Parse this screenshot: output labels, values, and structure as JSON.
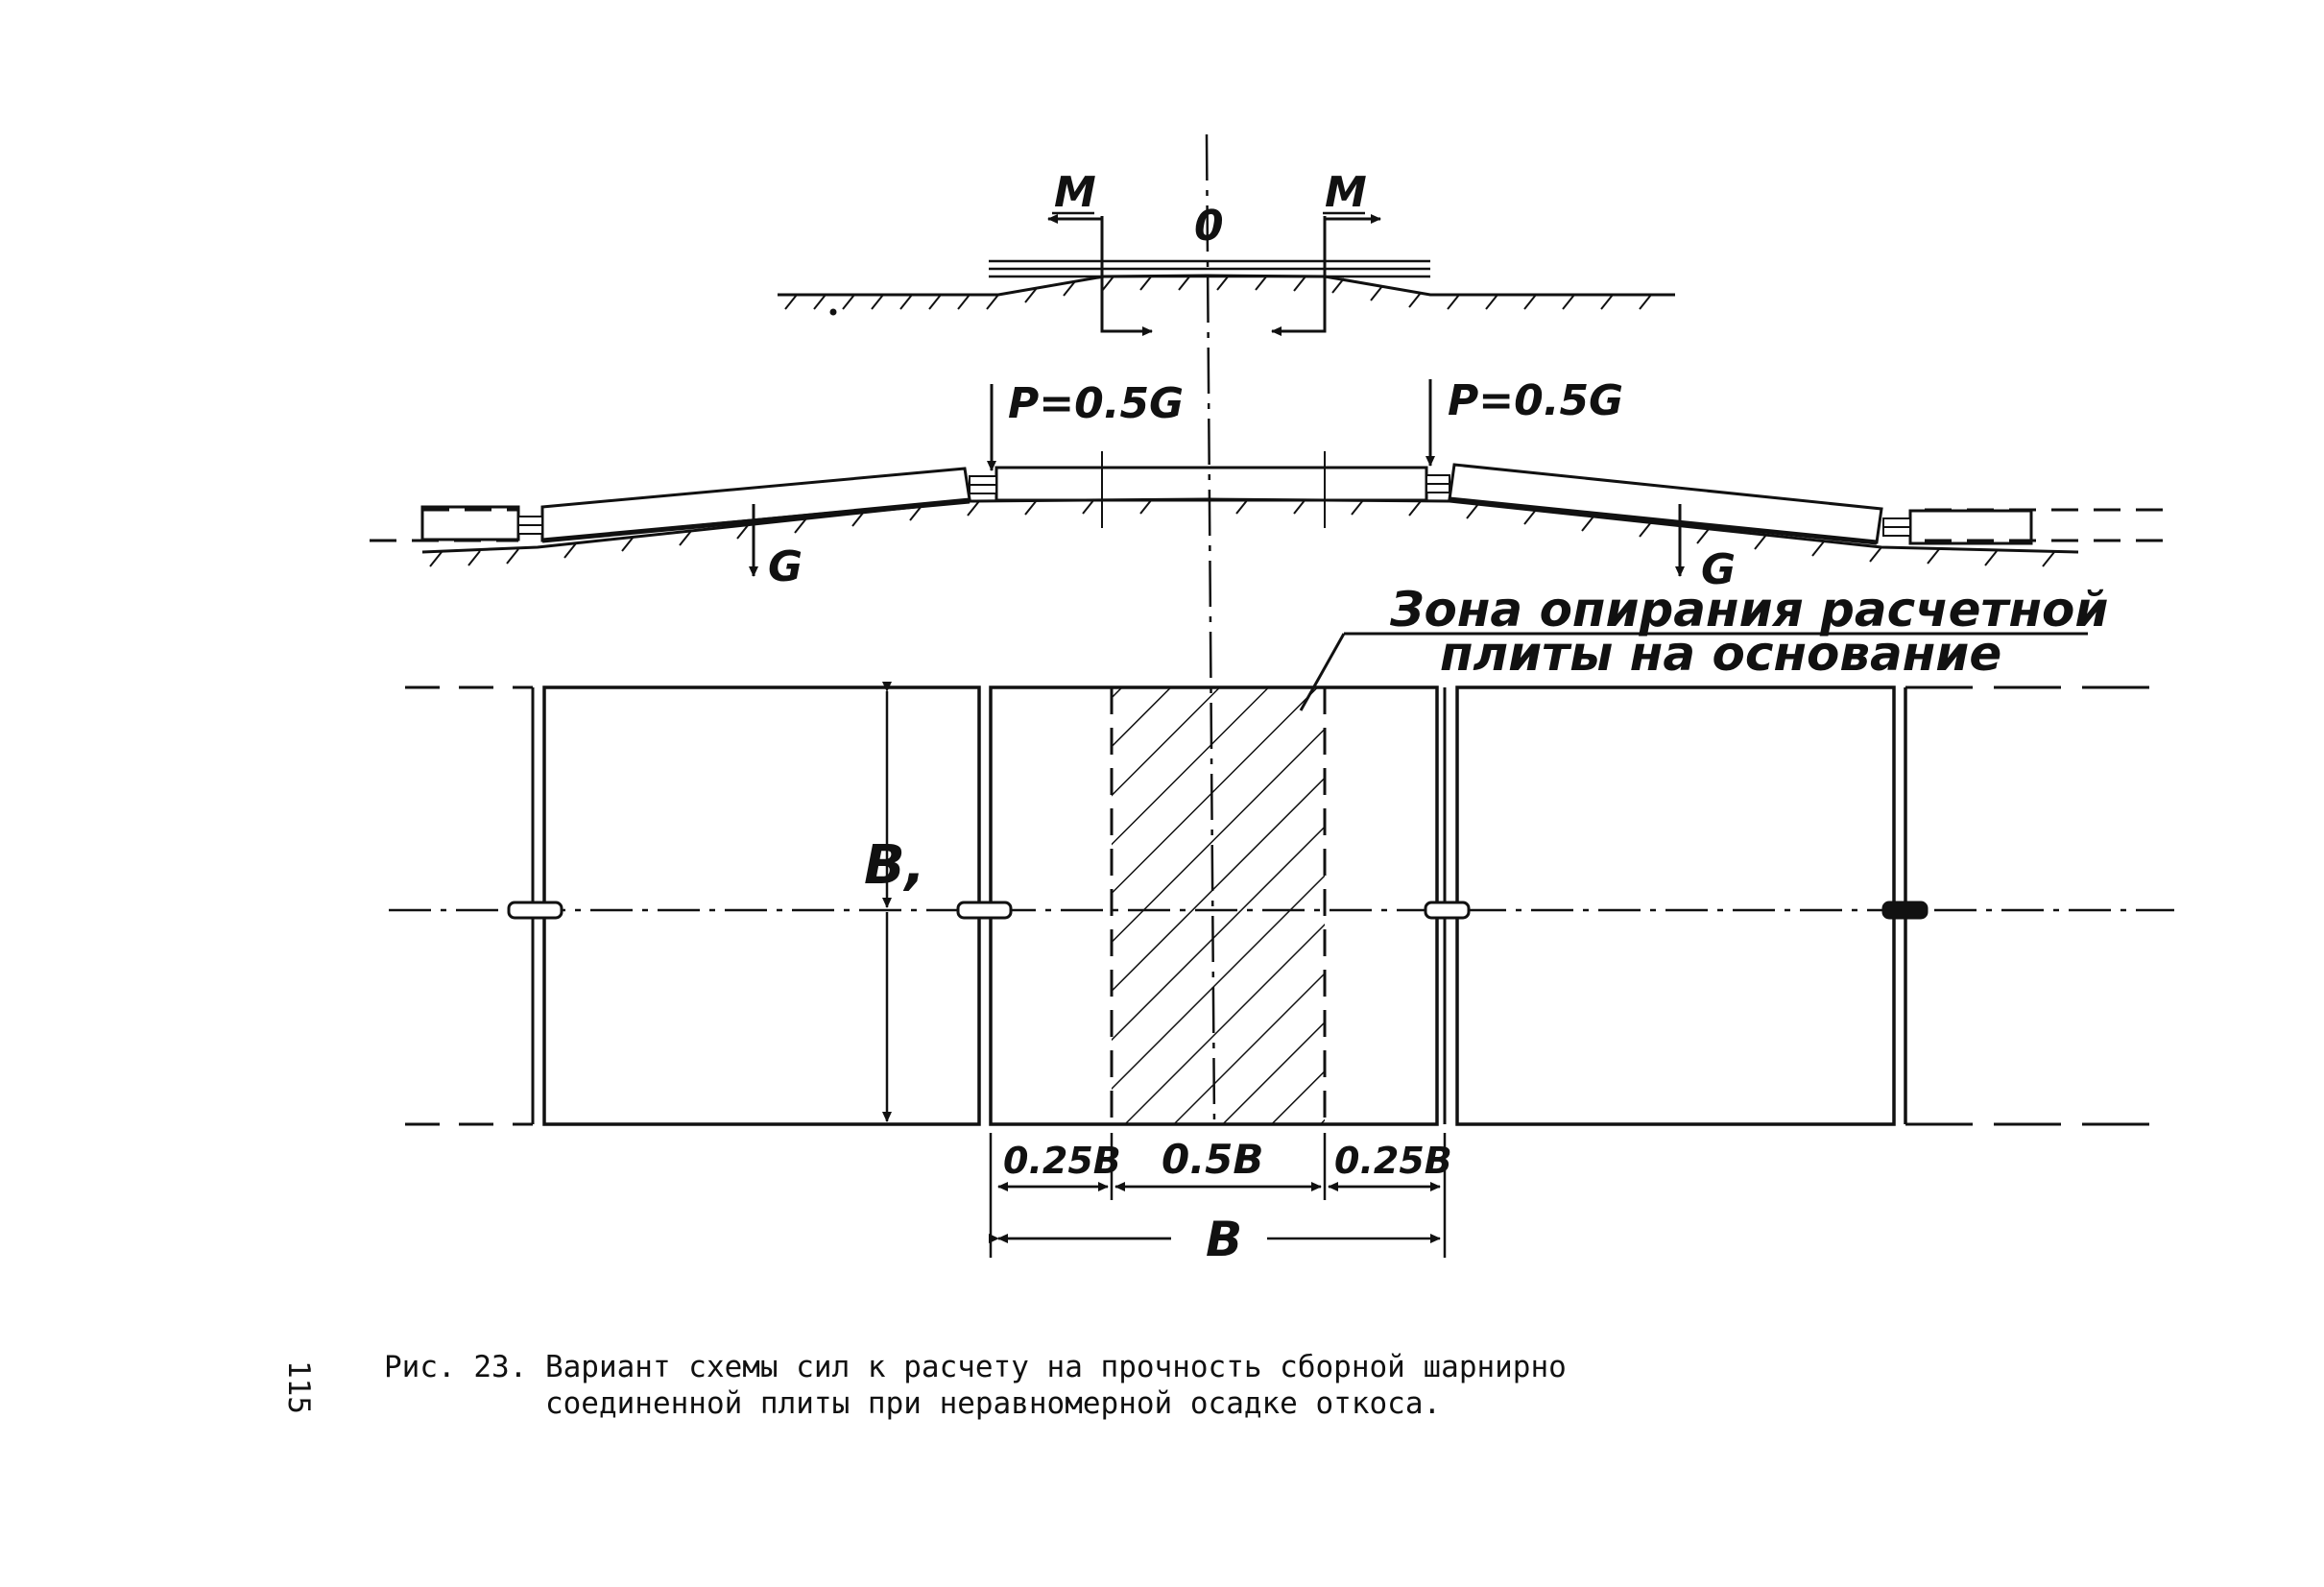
{
  "diagram": {
    "top_view": {
      "label_o": "0",
      "label_m_left": "M",
      "label_m_right": "M"
    },
    "section": {
      "load_left": "P=0.5G",
      "load_right": "P=0.5G",
      "weight_left": "G",
      "weight_right": "G"
    },
    "plan": {
      "zone_label_line1": "Зона опирания расчетной",
      "zone_label_line2": "плиты на основание",
      "height_label": "B,",
      "dim_left": "0.25B",
      "dim_center": "0.5B",
      "dim_right": "0.25B",
      "dim_total": "B"
    }
  },
  "caption": {
    "line1": "Рис. 23. Вариант схемы сил к расчету на прочность сборной шарнирно",
    "line2": "         соединенной плиты при неравномерной осадке откоса."
  },
  "page_number": "115"
}
